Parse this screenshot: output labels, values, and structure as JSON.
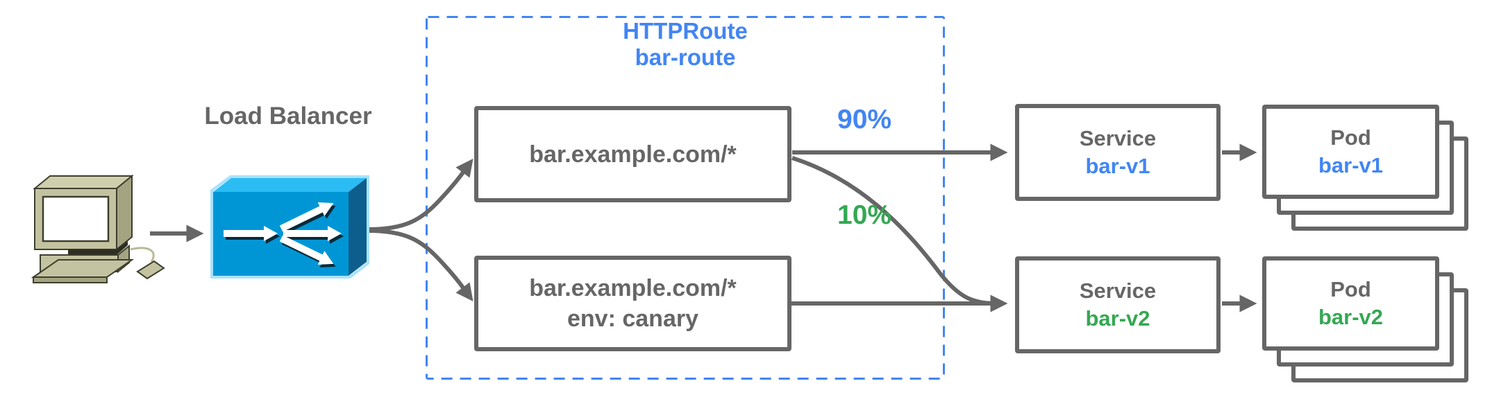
{
  "palette": {
    "blue": "#4285F4",
    "green": "#34A853",
    "gray": "#666666",
    "lb_front": "#0096D6",
    "lb_top": "#2BBCF4",
    "lb_side": "#0D5E8C"
  },
  "client": {
    "icon": "desktop-computer"
  },
  "load_balancer": {
    "label": "Load Balancer",
    "icon": "traffic-splitter-box"
  },
  "httproute": {
    "title": "HTTPRoute",
    "name": "bar-route",
    "rules": [
      {
        "match": "bar.example.com/*"
      },
      {
        "match": "bar.example.com/*",
        "header": "env: canary"
      }
    ]
  },
  "weights": {
    "primary": "90%",
    "canary": "10%"
  },
  "services": [
    {
      "kind": "Service",
      "name": "bar-v1"
    },
    {
      "kind": "Service",
      "name": "bar-v2"
    }
  ],
  "pods": [
    {
      "kind": "Pod",
      "name": "bar-v1"
    },
    {
      "kind": "Pod",
      "name": "bar-v2"
    }
  ]
}
